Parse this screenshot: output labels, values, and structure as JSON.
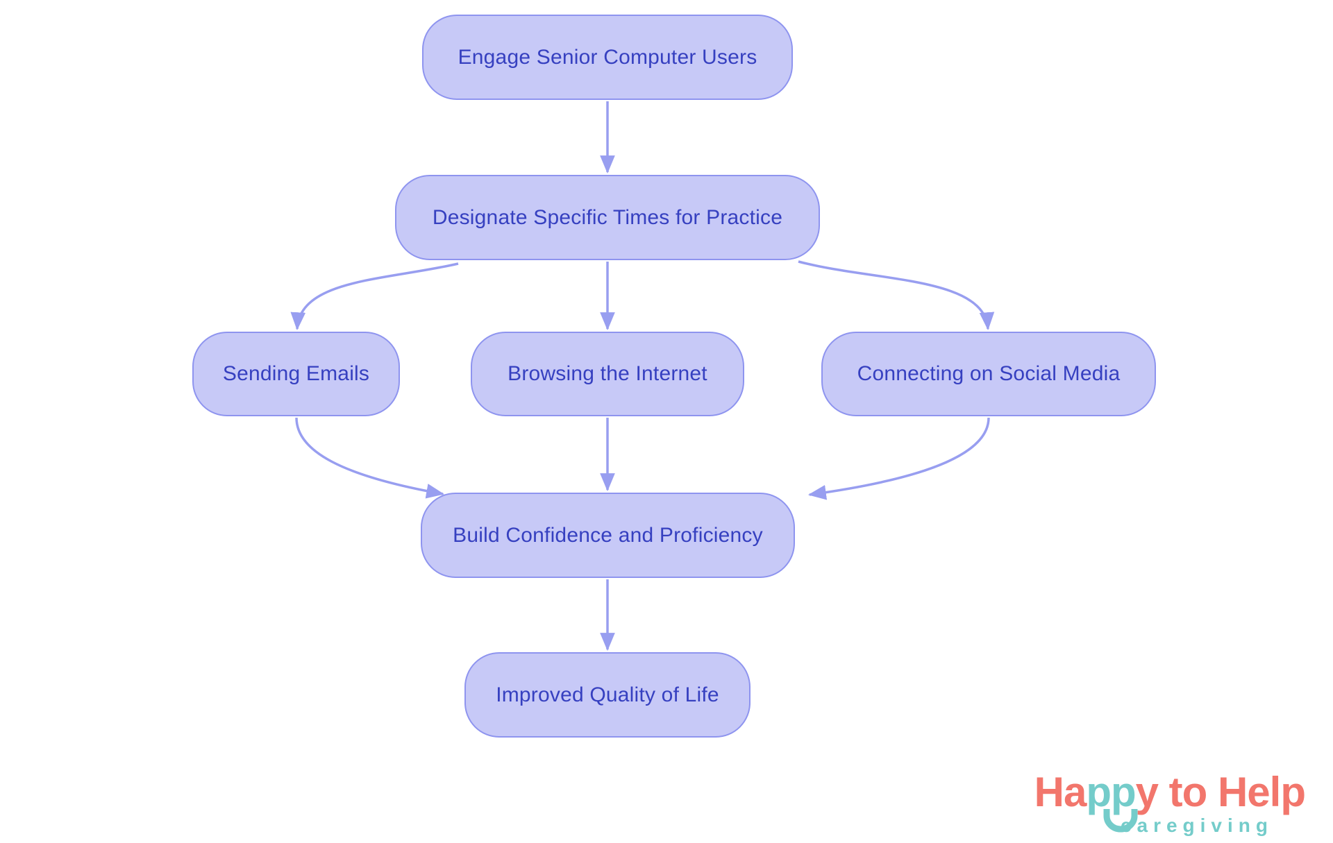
{
  "diagram": {
    "type": "flowchart",
    "background_color": "#ffffff",
    "node_fill_color": "#c7c9f7",
    "node_border_color": "#8e94ef",
    "node_text_color": "#3640c0",
    "arrow_color": "#989ef0",
    "nodes": [
      {
        "id": "engage",
        "label": "Engage Senior Computer Users"
      },
      {
        "id": "designate",
        "label": "Designate Specific Times for Practice"
      },
      {
        "id": "emails",
        "label": "Sending Emails"
      },
      {
        "id": "browsing",
        "label": "Browsing the Internet"
      },
      {
        "id": "social",
        "label": "Connecting on Social Media"
      },
      {
        "id": "confidence",
        "label": "Build Confidence and Proficiency"
      },
      {
        "id": "quality",
        "label": "Improved Quality of Life"
      }
    ],
    "edges": [
      {
        "from": "engage",
        "to": "designate"
      },
      {
        "from": "designate",
        "to": "emails"
      },
      {
        "from": "designate",
        "to": "browsing"
      },
      {
        "from": "designate",
        "to": "social"
      },
      {
        "from": "emails",
        "to": "confidence"
      },
      {
        "from": "browsing",
        "to": "confidence"
      },
      {
        "from": "social",
        "to": "confidence"
      },
      {
        "from": "confidence",
        "to": "quality"
      }
    ]
  },
  "logo": {
    "title_part1": "Ha",
    "title_part2": "pp",
    "title_part3": "y to Help",
    "subtitle": "caregiving",
    "coral_color": "#f2766c",
    "teal_color": "#74ccca"
  }
}
